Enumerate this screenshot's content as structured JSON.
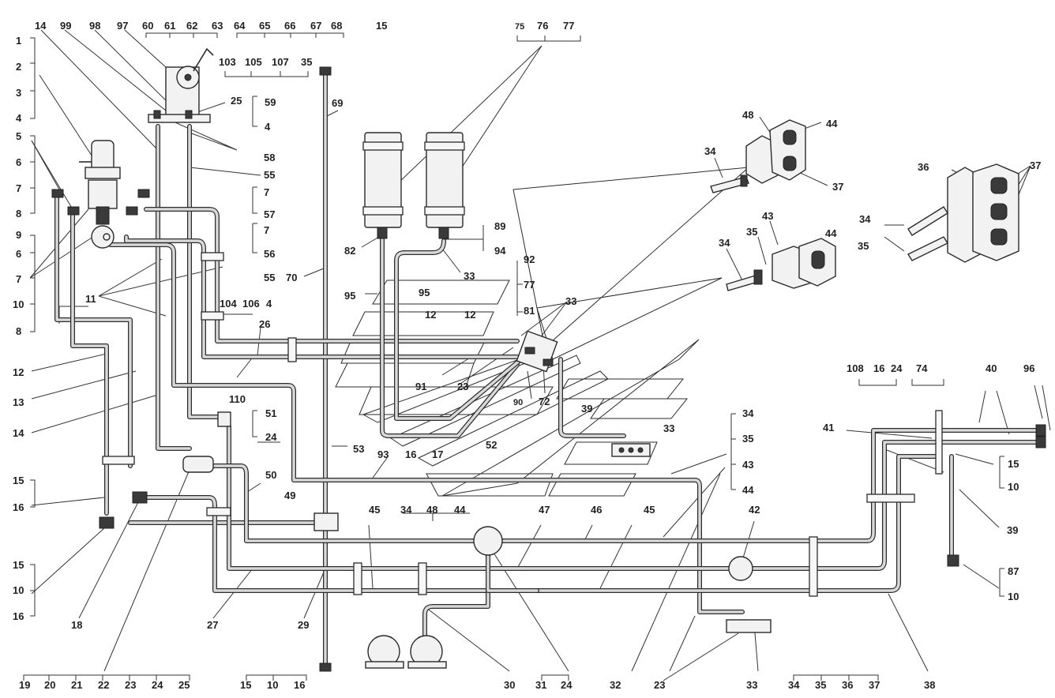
{
  "labels": {
    "top": [
      "14",
      "99",
      "98",
      "97",
      "60",
      "61",
      "62",
      "63",
      "64",
      "65",
      "66",
      "67",
      "68",
      "15",
      "75",
      "76",
      "77"
    ],
    "top_second": [
      "103",
      "105",
      "107",
      "35"
    ],
    "left": [
      "1",
      "2",
      "3",
      "4",
      "5",
      "6",
      "7",
      "8",
      "9",
      "6",
      "7",
      "10",
      "8",
      "12",
      "13",
      "14",
      "15",
      "16",
      "15",
      "10",
      "16"
    ],
    "bottom": [
      "19",
      "20",
      "21",
      "22",
      "23",
      "24",
      "25",
      "15",
      "10",
      "16",
      "30",
      "31",
      "24",
      "32",
      "23",
      "33",
      "34",
      "35",
      "36",
      "37",
      "38"
    ],
    "center": [
      "25",
      "59",
      "4",
      "58",
      "55",
      "7",
      "57",
      "7",
      "56",
      "55",
      "11",
      "104",
      "106",
      "4",
      "26",
      "110",
      "51",
      "24",
      "50",
      "49",
      "53",
      "93",
      "16",
      "17",
      "52",
      "45",
      "34",
      "48",
      "44",
      "47",
      "46",
      "45",
      "42",
      "29",
      "27",
      "18",
      "69",
      "70",
      "82",
      "89",
      "94",
      "33",
      "92",
      "77",
      "81",
      "95",
      "95",
      "12",
      "12",
      "91",
      "23",
      "33",
      "90",
      "72",
      "39",
      "33",
      "34",
      "35",
      "43",
      "44",
      "41",
      "108",
      "16",
      "24",
      "74",
      "40",
      "96",
      "15",
      "10",
      "39",
      "87",
      "10",
      "48",
      "44",
      "34",
      "37",
      "36",
      "37",
      "34",
      "35",
      "34",
      "35",
      "43",
      "44"
    ]
  }
}
